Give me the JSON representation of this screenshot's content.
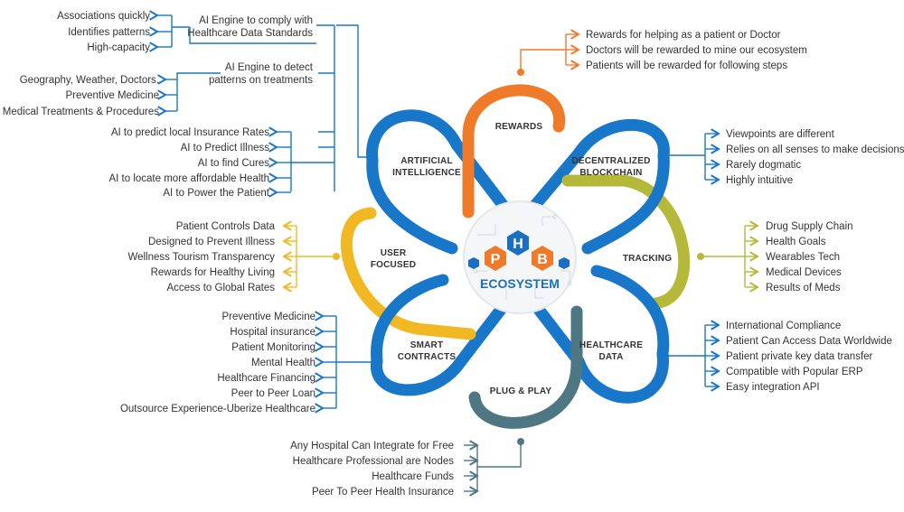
{
  "colors": {
    "blue": "#1877c9",
    "orange": "#ef7a2a",
    "olive": "#b5b93a",
    "yellow": "#f2b824",
    "slate": "#4e7783",
    "hex_orange": "#ef7a2a",
    "hex_blue": "#1b6fc2"
  },
  "center": {
    "letters": [
      "P",
      "H",
      "B"
    ],
    "title": "ECOSYSTEM"
  },
  "petals": {
    "artificial_intelligence": [
      "ARTIFICIAL",
      "INTELLIGENCE"
    ],
    "rewards": [
      "REWARDS"
    ],
    "decentralized_blockchain": [
      "DECENTRALIZED",
      "BLOCKCHAIN"
    ],
    "user_focused": [
      "USER",
      "FOCUSED"
    ],
    "tracking": [
      "TRACKING"
    ],
    "smart_contracts": [
      "SMART",
      "CONTRACTS"
    ],
    "healthcare_data": [
      "HEALTHCARE",
      "DATA"
    ],
    "plug_and_play": [
      "PLUG & PLAY"
    ]
  },
  "branches": {
    "ai_engine_standards": "AI Engine to comply with Healthcare Data Standards",
    "ai_engine_standards_lines": [
      "AI Engine to comply with",
      "Healthcare Data Standards"
    ],
    "ai_engine_patterns_lines": [
      "AI Engine to detect",
      "patterns on treatments"
    ],
    "ai_standards_items": [
      "Associations quickly",
      "Identifies patterns",
      "High-capacity"
    ],
    "ai_patterns_items": [
      "Geography, Weather, Doctors.",
      "Preventive Medicine",
      "Medical Treatments & Procedures"
    ],
    "ai_items": [
      "AI to predict local Insurance Rates",
      "AI to Predict Illness",
      "AI to find Cures",
      "AI to locate more affordable Health",
      "AI to Power the Patient"
    ],
    "rewards_items": [
      "Rewards for helping as a patient or Doctor",
      "Doctors will be rewarded to mine our ecosystem",
      "Patients will be rewarded for following steps"
    ],
    "blockchain_items": [
      "Viewpoints are different",
      "Relies on all senses to make decisions",
      "Rarely dogmatic",
      "Highly intuitive"
    ],
    "user_items": [
      "Patient Controls Data",
      "Designed to Prevent Illness",
      "Wellness Tourism Transparency",
      "Rewards for Healthy Living",
      "Access to Global Rates"
    ],
    "tracking_items": [
      "Drug Supply Chain",
      "Health Goals",
      "Wearables Tech",
      "Medical Devices",
      "Results of Meds"
    ],
    "contracts_items": [
      "Preventive Medicine",
      "Hospital insurance",
      "Patient Monitoring",
      "Mental Health",
      "Healthcare Financing",
      "Peer to Peer Loan",
      "Outsource Experience-Uberize Healthcare"
    ],
    "data_items": [
      "International Compliance",
      "Patient Can Access Data Worldwide",
      "Patient private key data transfer",
      "Compatible with Popular ERP",
      "Easy integration API"
    ],
    "plug_items": [
      "Any Hospital Can Integrate for Free",
      "Healthcare Professional are Nodes",
      "Healthcare Funds",
      "Peer To Peer Health Insurance"
    ]
  }
}
